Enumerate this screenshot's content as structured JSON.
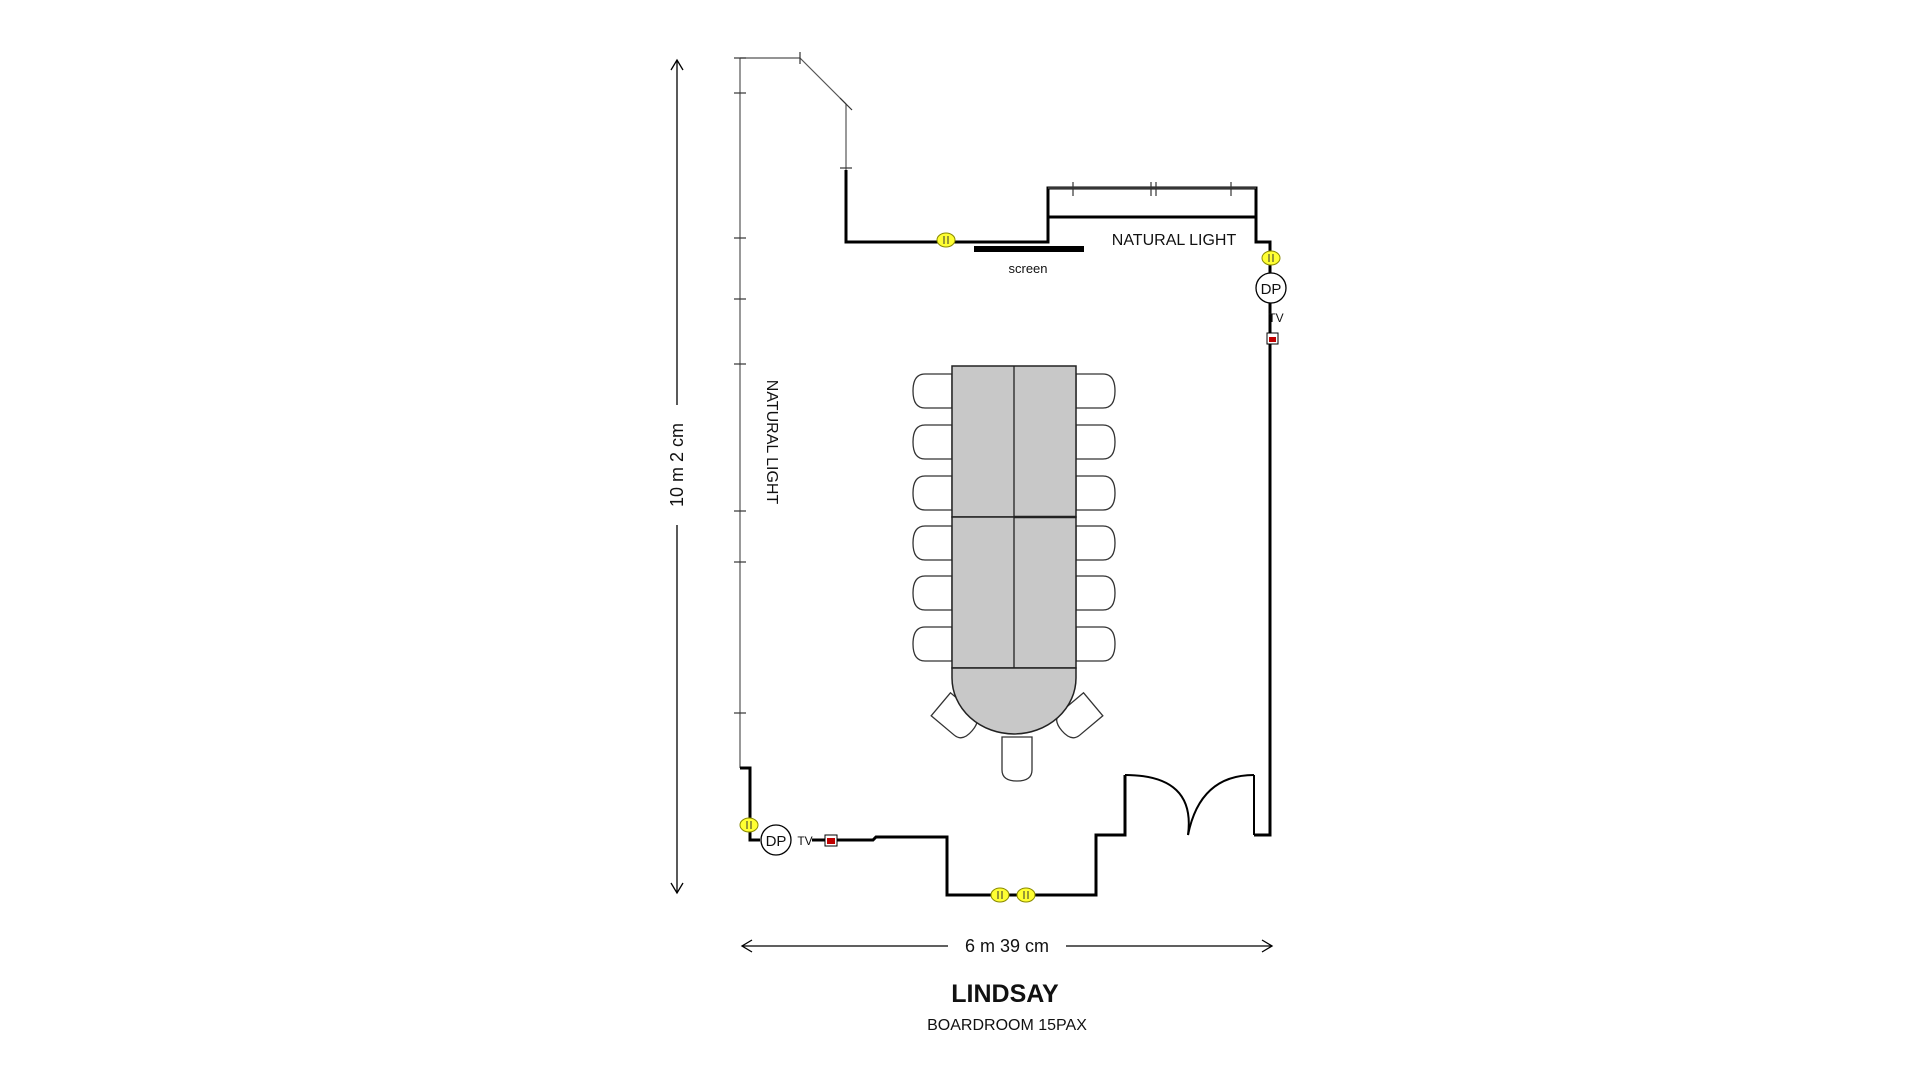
{
  "room": {
    "name": "LINDSAY",
    "subtitle": "BOARDROOM 15PAX"
  },
  "dimensions": {
    "height_label": "10 m 2 cm",
    "width_label": "6 m 39 cm"
  },
  "labels": {
    "natural_light_top": "NATURAL LIGHT",
    "natural_light_left": "NATURAL LIGHT",
    "screen": "screen",
    "dp_right": "DP",
    "dp_bottom": "DP",
    "tv_right": "TV",
    "tv_bottom": "TV"
  },
  "seating": {
    "capacity": 15
  },
  "colors": {
    "table_fill": "#c8c8c8",
    "outlet_fill": "#ffff33",
    "tv_indicator": "#c00000"
  }
}
